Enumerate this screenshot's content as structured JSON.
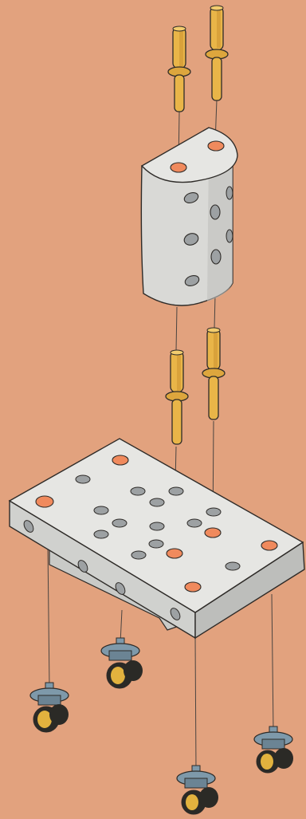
{
  "diagram": {
    "background_color": "#E2A27E",
    "colors": {
      "block_body": "#D9D9D6",
      "block_top": "#E6E6E3",
      "block_shadow": "#BFC0BD",
      "outline": "#2E2B28",
      "hole": "#9DA1A3",
      "hole_highlight": "#F08A5D",
      "pin": "#E9B548",
      "pin_shade": "#C98F2E",
      "caster_mount": "#7E99AA",
      "caster_wheel": "#2B2A26",
      "caster_rim": "#E2B23E",
      "string": "#4A4440"
    },
    "parts": [
      {
        "name": "pin",
        "count": 4
      },
      {
        "name": "cylinder-block",
        "count": 1
      },
      {
        "name": "base-plate",
        "count": 1
      },
      {
        "name": "caster-wheel",
        "count": 4
      }
    ]
  }
}
